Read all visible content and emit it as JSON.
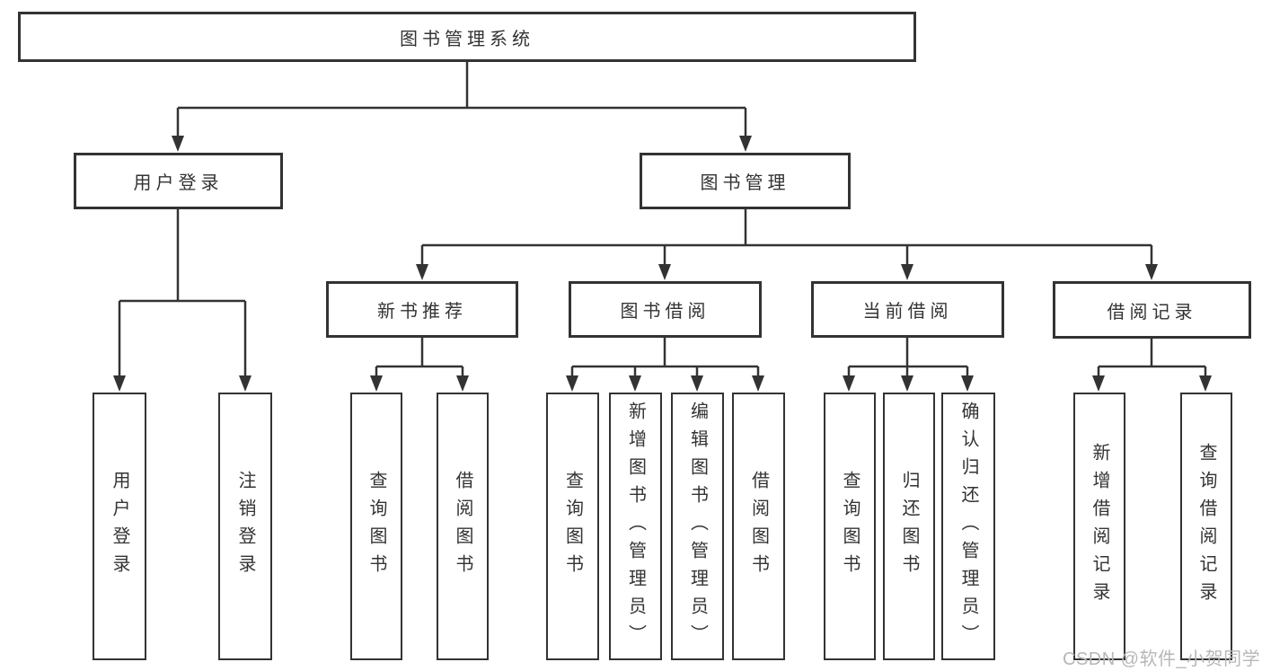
{
  "diagram": {
    "title": {
      "label": "图书管理系统"
    },
    "branches": [
      {
        "label": "用户登录",
        "children": [
          {
            "label": "用户登录"
          },
          {
            "label": "注销登录"
          }
        ]
      },
      {
        "label": "图书管理",
        "children": [
          {
            "label": "新书推荐",
            "children": [
              {
                "label": "查询图书"
              },
              {
                "label": "借阅图书"
              }
            ]
          },
          {
            "label": "图书借阅",
            "children": [
              {
                "label": "查询图书"
              },
              {
                "label": "新增图书（管理员）"
              },
              {
                "label": "编辑图书（管理员）"
              },
              {
                "label": "借阅图书"
              }
            ]
          },
          {
            "label": "当前借阅",
            "children": [
              {
                "label": "查询图书"
              },
              {
                "label": "归还图书"
              },
              {
                "label": "确认归还（管理员）"
              }
            ]
          },
          {
            "label": "借阅记录",
            "children": [
              {
                "label": "新增借阅记录"
              },
              {
                "label": "查询借阅记录"
              }
            ]
          }
        ]
      }
    ],
    "watermark": {
      "label": "CSDN @软件_小贺同学"
    },
    "colors": {
      "line": "#333333",
      "text": "#333333",
      "box_background": "#ffffff",
      "page_background": "#ffffff",
      "watermark": "#b7b7b7"
    }
  }
}
